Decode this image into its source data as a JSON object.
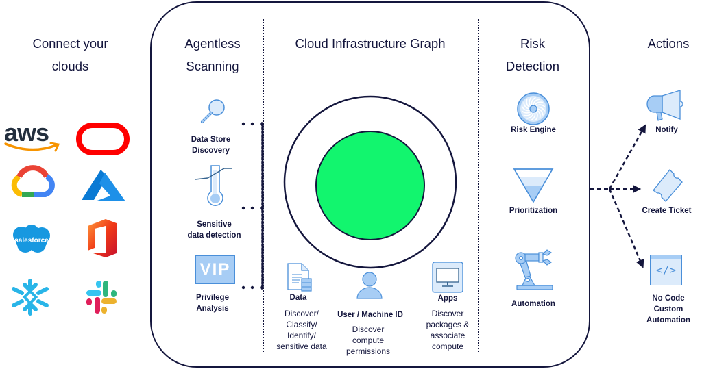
{
  "columns": {
    "connect": {
      "heading_line1": "Connect your",
      "heading_line2": "clouds",
      "logos": [
        {
          "name": "aws",
          "label": "aws"
        },
        {
          "name": "oracle"
        },
        {
          "name": "google-cloud"
        },
        {
          "name": "azure"
        },
        {
          "name": "salesforce",
          "label": "salesforce"
        },
        {
          "name": "office"
        },
        {
          "name": "snowflake"
        },
        {
          "name": "slack"
        }
      ]
    },
    "scanning": {
      "heading_line1": "Agentless",
      "heading_line2": "Scanning",
      "items": [
        {
          "icon": "magnifier-icon",
          "line1": "Data Store",
          "line2": "Discovery"
        },
        {
          "icon": "thermometer-icon",
          "line1": "Sensitive",
          "line2": "data detection"
        },
        {
          "icon": "vip-icon",
          "icon_text": "VIP",
          "line1": "Privilege",
          "line2": "Analysis"
        }
      ]
    },
    "graph": {
      "heading": "Cloud Infrastructure Graph",
      "core_color": "#12f56e",
      "items": [
        {
          "icon": "document-database-icon",
          "title": "Data",
          "desc": [
            "Discover/",
            "Classify/",
            "Identify/",
            "sensitive data"
          ]
        },
        {
          "icon": "user-icon",
          "title": "User / Machine ID",
          "desc": [
            "Discover",
            "compute",
            "permissions"
          ]
        },
        {
          "icon": "monitor-icon",
          "title": "Apps",
          "desc": [
            "Discover",
            "packages &",
            "associate",
            "compute"
          ]
        }
      ]
    },
    "risk": {
      "heading_line1": "Risk",
      "heading_line2": "Detection",
      "items": [
        {
          "icon": "turbine-icon",
          "label": "Risk Engine"
        },
        {
          "icon": "funnel-icon",
          "label": "Prioritization"
        },
        {
          "icon": "robot-arm-icon",
          "label": "Automation"
        }
      ]
    },
    "actions": {
      "heading": "Actions",
      "items": [
        {
          "icon": "megaphone-icon",
          "label": "Notify"
        },
        {
          "icon": "ticket-icon",
          "label": "Create Ticket"
        },
        {
          "icon": "code-window-icon",
          "label_lines": [
            "No Code",
            "Custom",
            "Automation"
          ],
          "code_glyph": "</>"
        }
      ]
    }
  },
  "colors": {
    "ink": "#14163d",
    "icon_fill": "#a7cdf5",
    "icon_light": "#dcebfb",
    "icon_stroke": "#4a8fd9",
    "core_green": "#12f56e"
  }
}
